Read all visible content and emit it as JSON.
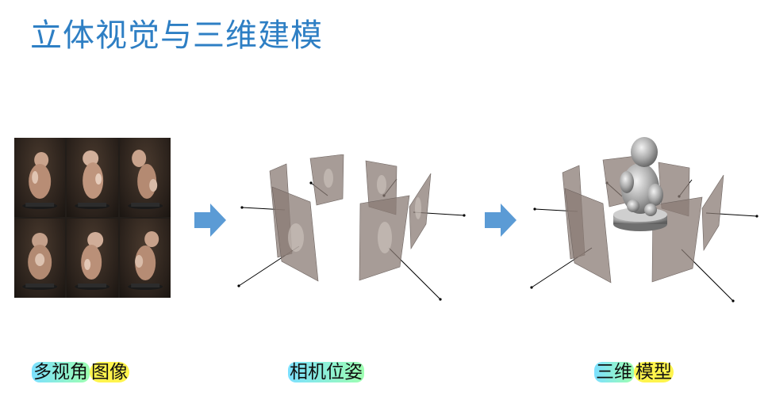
{
  "slide": {
    "title": "立体视觉与三维建模",
    "labels": {
      "images_part1": "多视角",
      "images_part2": "图像",
      "camera_pose": "相机位姿",
      "model_part1": "三维",
      "model_part2": "模型"
    }
  },
  "icons": {
    "arrow1": "right-arrow-icon",
    "arrow2": "right-arrow-icon"
  },
  "colors": {
    "title": "#2e7fc4",
    "arrow": "#5b9bd5",
    "highlight_blue": "#7ce0ff",
    "highlight_yellow": "#fff44d"
  }
}
